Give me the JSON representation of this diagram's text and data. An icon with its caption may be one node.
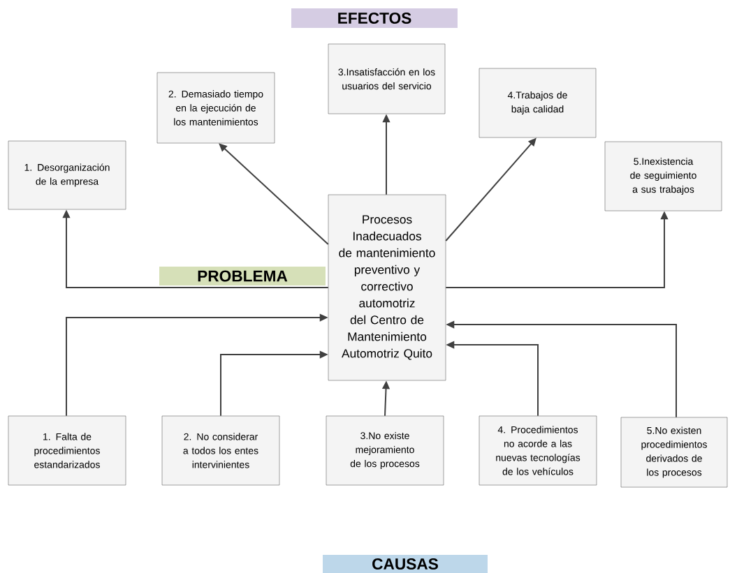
{
  "diagram": {
    "nodes": [
      {
        "text": [
          "EFECTOS"
        ]
      },
      {
        "text": [
          "1. Desorganización de la empresa"
        ]
      },
      {
        "text": [
          "2. Demasiado tiempo en la ejecución de los mantenimientos"
        ]
      },
      {
        "text": [
          "3.Insatisfacción en los usuarios del servicio"
        ]
      },
      {
        "text": [
          "4.Trabajos  de baja calidad"
        ]
      },
      {
        "text": [
          "5.Inexistencia de seguimiento a sus trabajos"
        ]
      },
      {
        "text": [
          "PROBLEMA"
        ]
      },
      {
        "text": [
          "Procesos Inadecuados de mantenimiento preventivo y correctivo automotriz del Centro de Mantenimiento Automotriz Quito"
        ]
      },
      {
        "text": [
          "1. Falta de procedimientos estandarizados"
        ]
      },
      {
        "text": [
          "2. No considerar a todos los entes intervinientes"
        ]
      },
      {
        "text": [
          "3.No existe mejoramiento de los procesos"
        ]
      },
      {
        "text": [
          "4. Procedimientos no acorde a las nuevas tecnologías de los vehículos"
        ]
      },
      {
        "text": [
          "5.No existen procedimientos derivados de los procesos"
        ]
      },
      {
        "text": [
          "CAUSAS"
        ]
      }
    ],
    "edges": [
      {
        "from": 7,
        "to": 1,
        "arrow": "to"
      },
      {
        "from": 7,
        "to": 2,
        "arrow": "to"
      },
      {
        "from": 7,
        "to": 3,
        "arrow": "to"
      },
      {
        "from": 7,
        "to": 4,
        "arrow": "to"
      },
      {
        "from": 7,
        "to": 5,
        "arrow": "to"
      },
      {
        "from": 8,
        "to": 7,
        "arrow": "to"
      },
      {
        "from": 9,
        "to": 7,
        "arrow": "to"
      },
      {
        "from": 10,
        "to": 7,
        "arrow": "to"
      },
      {
        "from": 11,
        "to": 7,
        "arrow": "to"
      },
      {
        "from": 12,
        "to": 7,
        "arrow": "to"
      }
    ]
  }
}
